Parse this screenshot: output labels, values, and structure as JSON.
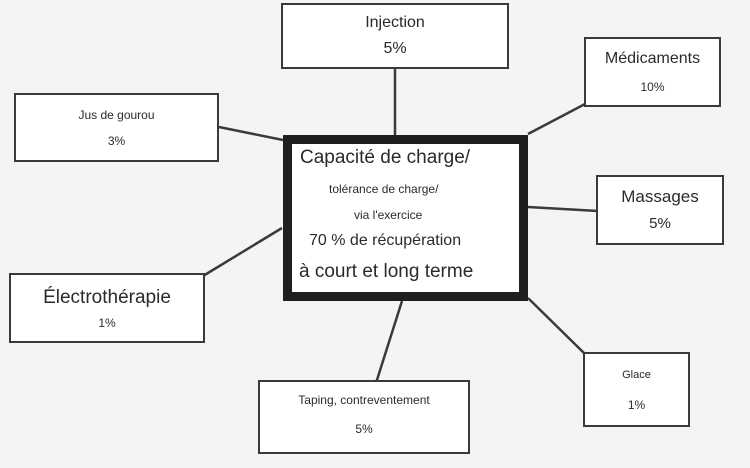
{
  "center": {
    "lines": [
      "Capacité de charge/",
      "tolérance de charge/",
      "via l'exercice",
      "70 % de récupération",
      "à court et long terme"
    ]
  },
  "nodes": {
    "injection": {
      "label": "Injection",
      "percent": "5%"
    },
    "medicaments": {
      "label": "Médicaments",
      "percent": "10%"
    },
    "jus_de_gourou": {
      "label": "Jus de gourou",
      "percent": "3%"
    },
    "massages": {
      "label": "Massages",
      "percent": "5%"
    },
    "electrotherapie": {
      "label": "Électrothérapie",
      "percent": "1%"
    },
    "glace": {
      "label": "Glace",
      "percent": "1%"
    },
    "taping": {
      "label": "Taping, contreventement",
      "percent": "5%"
    }
  }
}
